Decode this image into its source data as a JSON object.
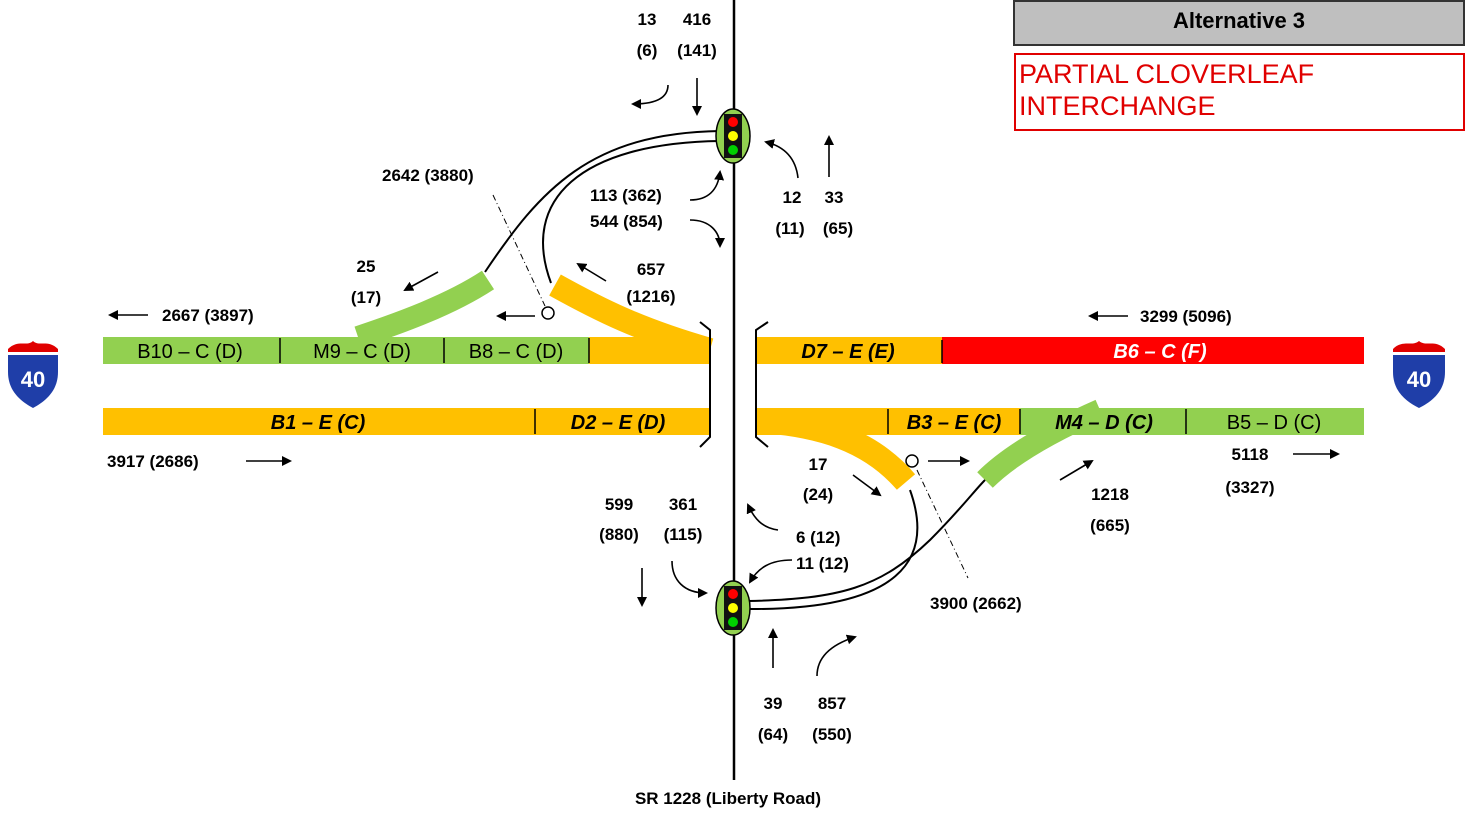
{
  "title": "Alternative 3",
  "subtitle_line1": "PARTIAL CLOVERLEAF",
  "subtitle_line2": "INTERCHANGE",
  "road_name": "SR 1228 (Liberty Road)",
  "shield_number": "40",
  "colors": {
    "los_c_d_green": "#92d050",
    "los_e_orange": "#ffc000",
    "los_f_red": "#ff0000",
    "shield_blue": "#1f3ea8",
    "shield_red": "#e00000",
    "signal_green": "#92d050"
  },
  "segments": {
    "b10": "B10 – C (D)",
    "m9": "M9 – C (D)",
    "b8": "B8 – C (D)",
    "d7": "D7 – E (E)",
    "b6": "B6 – C (F)",
    "b1": "B1 – E (C)",
    "d2": "D2 – E (D)",
    "b3": "B3 – E (C)",
    "m4": "M4 – D (C)",
    "b5": "B5 – D (C)"
  },
  "volumes": {
    "wb_mainline_left": "2667 (3897)",
    "wb_mainline_right": "3299 (5096)",
    "eb_mainline_left": "3917 (2686)",
    "eb_mainline_right_1": "5118",
    "eb_mainline_right_2": "(3327)",
    "wb_off_ramp_volume": "2642 (3880)",
    "eb_off_ramp_volume": "3900 (2662)",
    "wb_on_ramp_1": "25",
    "wb_on_ramp_2": "(17)",
    "wb_off_ramp_1": "657",
    "wb_off_ramp_2": "(1216)",
    "eb_on_ramp_1": "1218",
    "eb_on_ramp_2": "(665)",
    "eb_off_ramp_1": "17",
    "eb_off_ramp_2": "(24)",
    "n_sb_left_1": "13",
    "n_sb_left_2": "(6)",
    "n_sb_thru_1": "416",
    "n_sb_thru_2": "(141)",
    "n_ramp_left": "113 (362)",
    "n_ramp_right": "544 (854)",
    "n_nb_left_1": "12",
    "n_nb_left_2": "(11)",
    "n_nb_thru_1": "33",
    "n_nb_thru_2": "(65)",
    "s_sb_thru_1": "599",
    "s_sb_thru_2": "(880)",
    "s_sb_right_1": "361",
    "s_sb_right_2": "(115)",
    "s_ramp_left": "6 (12)",
    "s_ramp_right": "11 (12)",
    "s_nb_thru_1": "39",
    "s_nb_thru_2": "(64)",
    "s_nb_right_1": "857",
    "s_nb_right_2": "(550)"
  }
}
